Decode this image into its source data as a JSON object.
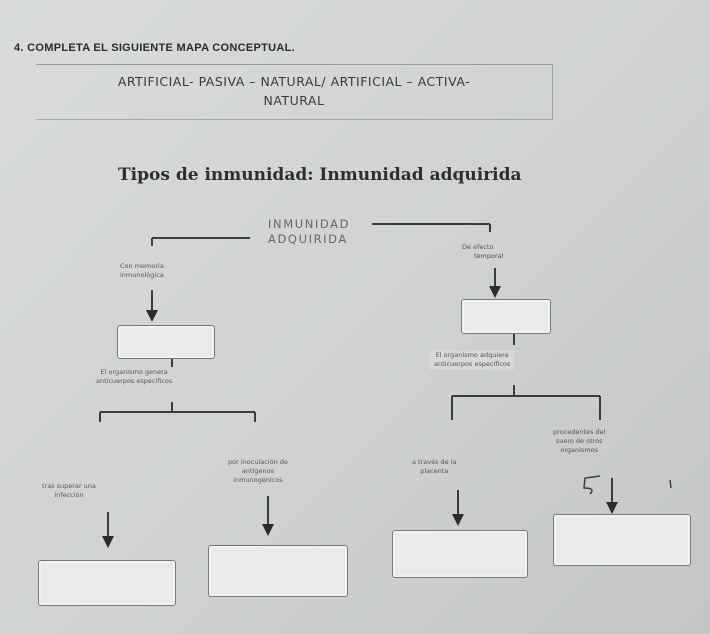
{
  "exercise": {
    "heading": "4.   COMPLETA EL SIGUIENTE MAPA CONCEPTUAL.",
    "word_bank_line1": "ARTIFICIAL- PASIVA – NATURAL/ ARTIFICIAL – ACTIVA-",
    "word_bank_line2": "NATURAL"
  },
  "map": {
    "title": "Tipos de inmunidad: Inmunidad adquirida",
    "root_line1": "INMUNIDAD",
    "root_line2": "ADQUIRIDA",
    "left_branch_line1": "Con memoria",
    "left_branch_line2": "inmunológica",
    "right_branch_line1": "De efecto",
    "right_branch_line2": "temporal",
    "left_desc_line1": "El organismo genera",
    "left_desc_line2": "anticuerpos específicos",
    "right_desc_line1": "El organismo adquiere",
    "right_desc_line2": "anticuerpos específicos",
    "leaf_1_line1": "tras superar una",
    "leaf_1_line2": "infección",
    "leaf_2_line1": "por inoculación de",
    "leaf_2_line2": "antígenos",
    "leaf_2_line3": "inmunogénicos",
    "leaf_3_line1": "a través de la",
    "leaf_3_line2": "placenta",
    "leaf_4_line1": "procedentes del",
    "leaf_4_line2": "suero de otros",
    "leaf_4_line3": "organismos"
  }
}
